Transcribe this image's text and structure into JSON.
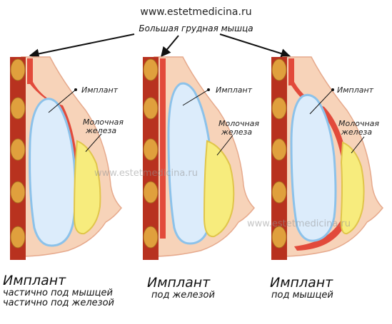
{
  "header": {
    "site": "www.estetmedicina.ru",
    "muscle_label": "Большая грудная мышца"
  },
  "panels": [
    {
      "implant_label": "Имплант",
      "gland_label_1": "Молочная",
      "gland_label_2": "железа",
      "caption_1": "Имплант",
      "caption_2": "частично под мышцей",
      "caption_3": "частично под железой"
    },
    {
      "implant_label": "Имплант",
      "gland_label_1": "Молочная",
      "gland_label_2": "железа",
      "caption_1": "Имплант",
      "caption_2": "под железой"
    },
    {
      "implant_label": "Имплант",
      "gland_label_1": "Молочная",
      "gland_label_2": "железа",
      "caption_1": "Имплант",
      "caption_2": "под мышцей"
    }
  ],
  "watermarks": [
    "www.estetmedicina.ru",
    "www.estetmedicina.ru"
  ],
  "colors": {
    "skin": "#f7d3b9",
    "skin_outline": "#e6a98c",
    "muscle": "#e24a3b",
    "rib_band": "#b8321f",
    "rib_node": "#e0a03d",
    "implant_fill": "#dcecfb",
    "implant_edge": "#8cc2ea",
    "gland_fill": "#f7ec7d",
    "gland_edge": "#e0c54a"
  }
}
